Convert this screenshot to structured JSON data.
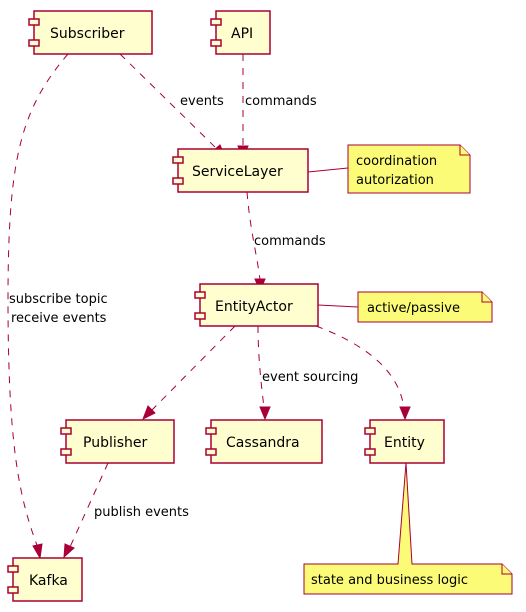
{
  "components": {
    "subscriber": "Subscriber",
    "api": "API",
    "service_layer": "ServiceLayer",
    "entity_actor": "EntityActor",
    "publisher": "Publisher",
    "cassandra": "Cassandra",
    "entity": "Entity",
    "kafka": "Kafka"
  },
  "notes": {
    "service_layer": [
      "coordination",
      "autorization"
    ],
    "entity_actor": [
      "active/passive"
    ],
    "entity": [
      "state and business logic"
    ]
  },
  "edges": {
    "subscriber_to_service": "events",
    "api_to_service": "commands",
    "service_to_actor": "commands",
    "subscriber_to_kafka": [
      "subscribe topic",
      "receive events"
    ],
    "actor_to_cassandra": "event sourcing",
    "publisher_to_kafka": "publish events"
  },
  "colors": {
    "component_fill": "#FEFECE",
    "border": "#A80036",
    "note_fill": "#FBFB77"
  }
}
